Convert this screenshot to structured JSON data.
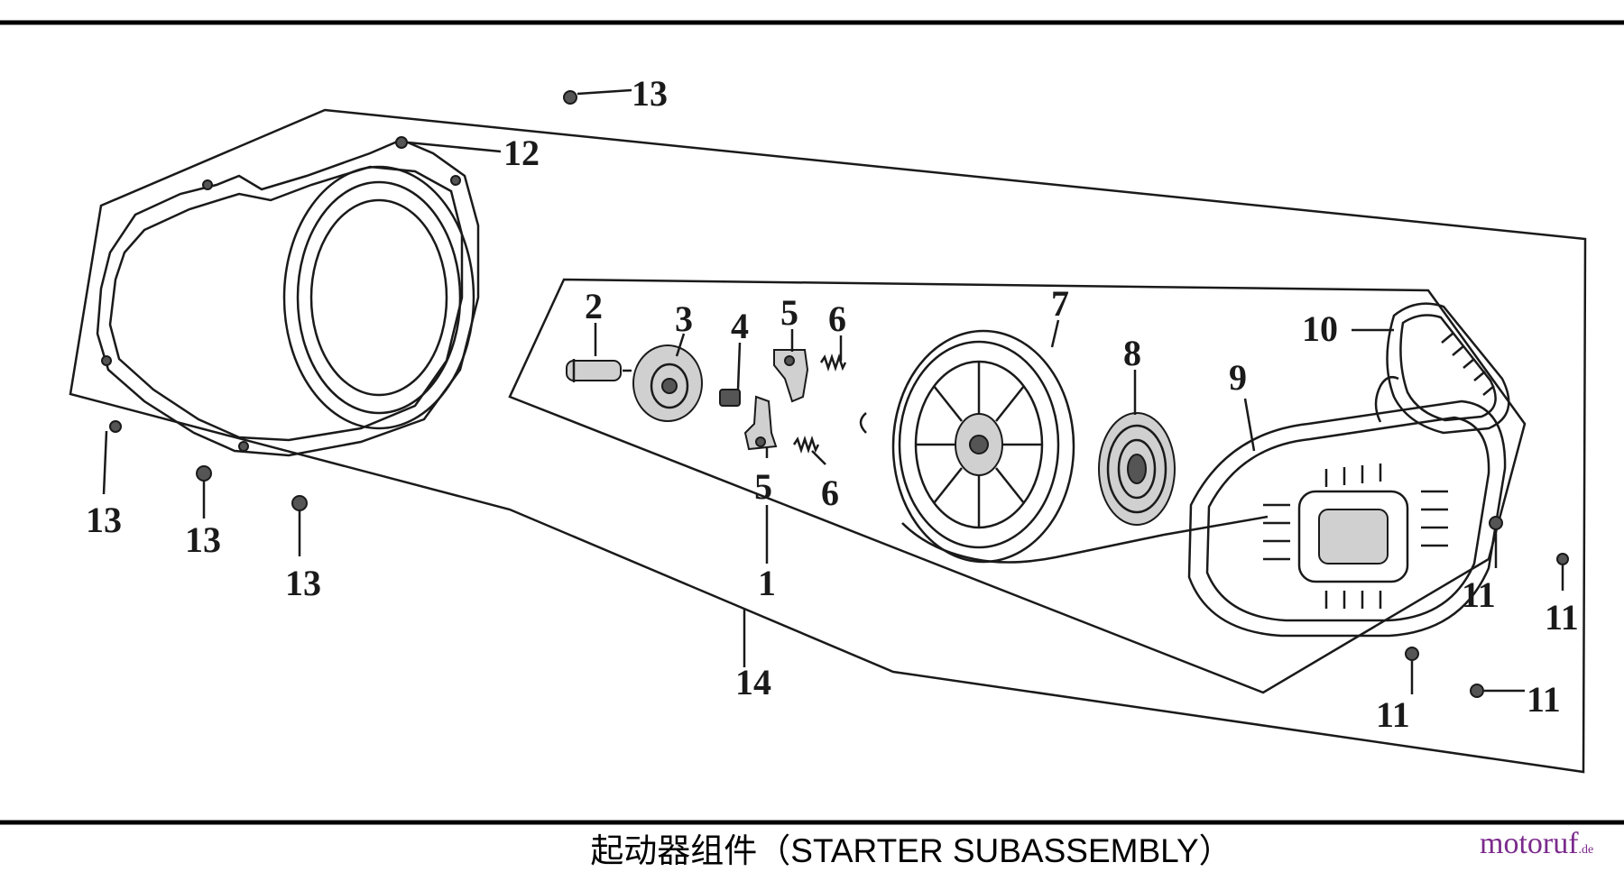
{
  "figure": {
    "caption": "起动器组件（STARTER SUBASSEMBLY）",
    "logo": {
      "name": "motoruf",
      "tld": ".de",
      "brand_color": "#7b2a8c"
    },
    "parts": [
      {
        "number": "1",
        "name": ""
      },
      {
        "number": "2",
        "name": ""
      },
      {
        "number": "3",
        "name": ""
      },
      {
        "number": "4",
        "name": ""
      },
      {
        "number": "5",
        "name": ""
      },
      {
        "number": "6",
        "name": ""
      },
      {
        "number": "7",
        "name": ""
      },
      {
        "number": "8",
        "name": ""
      },
      {
        "number": "9",
        "name": ""
      },
      {
        "number": "10",
        "name": ""
      },
      {
        "number": "11",
        "name": ""
      },
      {
        "number": "12",
        "name": ""
      },
      {
        "number": "13",
        "name": ""
      },
      {
        "number": "14",
        "name": ""
      }
    ],
    "callouts": {
      "c13_top": "13",
      "c12": "12",
      "c2": "2",
      "c3": "3",
      "c4": "4",
      "c5_top": "5",
      "c6_top": "6",
      "c7": "7",
      "c8": "8",
      "c9": "9",
      "c10": "10",
      "c5_bottom": "5",
      "c6_bottom": "6",
      "c1": "1",
      "c14": "14",
      "c13_a": "13",
      "c13_b": "13",
      "c13_c": "13",
      "c11_a": "11",
      "c11_b": "11",
      "c11_c": "11",
      "c11_d": "11"
    }
  }
}
